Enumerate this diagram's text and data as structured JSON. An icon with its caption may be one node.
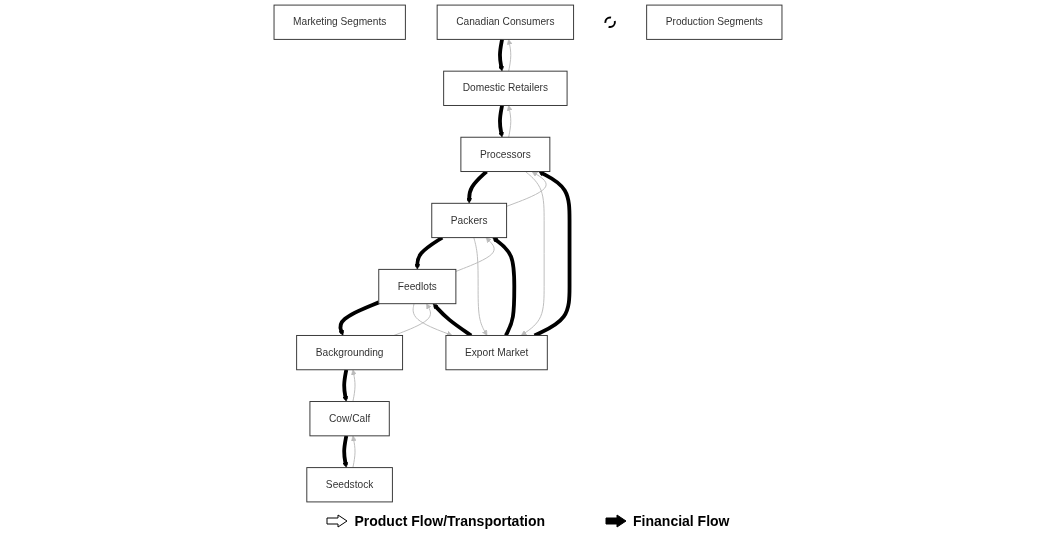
{
  "diagram": {
    "nodes": [
      {
        "text": [
          "Marketing Segments"
        ]
      },
      {
        "text": [
          "Canadian Consumers"
        ]
      },
      {
        "text": [
          "Seedstock"
        ]
      },
      {
        "text": [
          "Domestic Retailers"
        ]
      },
      {
        "text": [],
        "shape": "circle"
      },
      {
        "text": [
          "Cow/Calf"
        ]
      },
      {
        "text": [
          "Production Segments"
        ]
      },
      {
        "text": [
          "Processors"
        ]
      },
      {
        "text": [
          "Backgrounding"
        ]
      },
      {
        "text": [
          "Packers"
        ]
      },
      {
        "text": [
          "Feedlots"
        ]
      },
      {
        "text": [
          "Export Market"
        ]
      }
    ],
    "edges": [
      {
        "from": 3,
        "to": 1,
        "arrow": "to",
        "color": "#bbbbbb"
      },
      {
        "from": 1,
        "to": 3,
        "arrow": "to",
        "style": "thick",
        "color": "#000000"
      },
      {
        "from": 2,
        "to": 5,
        "arrow": "to",
        "color": "#bbbbbb"
      },
      {
        "from": 5,
        "to": 2,
        "arrow": "to",
        "style": "thick",
        "color": "#000000"
      },
      {
        "from": 7,
        "to": 3,
        "arrow": "to",
        "color": "#bbbbbb"
      },
      {
        "from": 3,
        "to": 7,
        "arrow": "to",
        "style": "thick",
        "color": "#000000"
      },
      {
        "from": 5,
        "to": 8,
        "arrow": "to",
        "color": "#bbbbbb"
      },
      {
        "from": 8,
        "to": 5,
        "arrow": "to",
        "style": "thick",
        "color": "#000000"
      },
      {
        "from": 9,
        "to": 7,
        "arrow": "to",
        "color": "#bbbbbb"
      },
      {
        "from": 7,
        "to": 9,
        "arrow": "to",
        "style": "thick",
        "color": "#000000"
      },
      {
        "from": 8,
        "to": 10,
        "arrow": "to",
        "color": "#bbbbbb"
      },
      {
        "from": 10,
        "to": 8,
        "arrow": "to",
        "style": "thick",
        "color": "#000000"
      },
      {
        "from": 9,
        "to": 10,
        "arrow": "to",
        "style": "thick",
        "color": "#000000"
      },
      {
        "from": 10,
        "to": 9,
        "arrow": "to",
        "color": "#bbbbbb"
      },
      {
        "from": 11,
        "to": 7,
        "arrow": "to",
        "style": "thick",
        "color": "#000000"
      },
      {
        "from": 7,
        "to": 11,
        "arrow": "to",
        "color": "#bbbbbb"
      },
      {
        "from": 11,
        "to": 9,
        "arrow": "to",
        "style": "thick",
        "color": "#000000"
      },
      {
        "from": 9,
        "to": 11,
        "arrow": "to",
        "color": "#bbbbbb"
      },
      {
        "from": 11,
        "to": 10,
        "arrow": "to",
        "style": "thick",
        "color": "#000000"
      },
      {
        "from": 10,
        "to": 11,
        "arrow": "to",
        "color": "#bbbbbb"
      }
    ],
    "legend": [
      {
        "text": "Product Flow/Transportation"
      },
      {
        "text": "Financial Flow"
      }
    ]
  }
}
